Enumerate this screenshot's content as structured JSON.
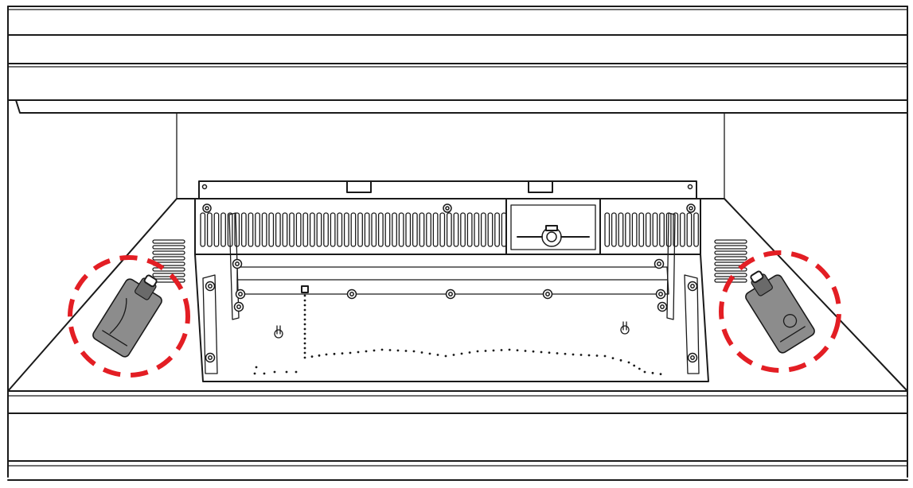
{
  "figure": {
    "description_visible_text": "",
    "colors": {
      "line": "#1a1a1a",
      "background": "#ffffff",
      "highlight": "#e31e24",
      "stand_feet_fill": "#8c8c8c"
    },
    "callouts": [
      {
        "name": "left-stand-foot",
        "style": "red dashed ellipse"
      },
      {
        "name": "right-stand-foot",
        "style": "red dashed ellipse"
      }
    ],
    "icons": [
      "stand-foot-icon",
      "screw-icon",
      "vent-grille-icon",
      "power-connector-icon"
    ]
  }
}
